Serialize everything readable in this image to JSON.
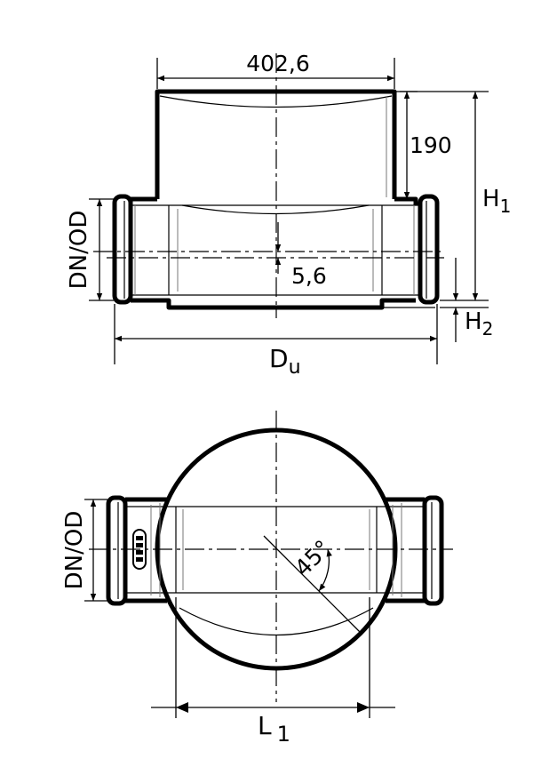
{
  "side_view": {
    "dim_width": "402,6",
    "dim_height": "190",
    "dim_h1": "H",
    "dim_h1_sub": "1",
    "dim_dn": "DN/OD",
    "dim_offset": "5,6",
    "dim_h2": "H",
    "dim_h2_sub": "2",
    "dim_du": "D",
    "dim_du_sub": "u"
  },
  "top_view": {
    "dim_dn": "DN/OD",
    "dim_angle": "45°",
    "dim_l1": "L",
    "dim_l1_sub": "1"
  }
}
